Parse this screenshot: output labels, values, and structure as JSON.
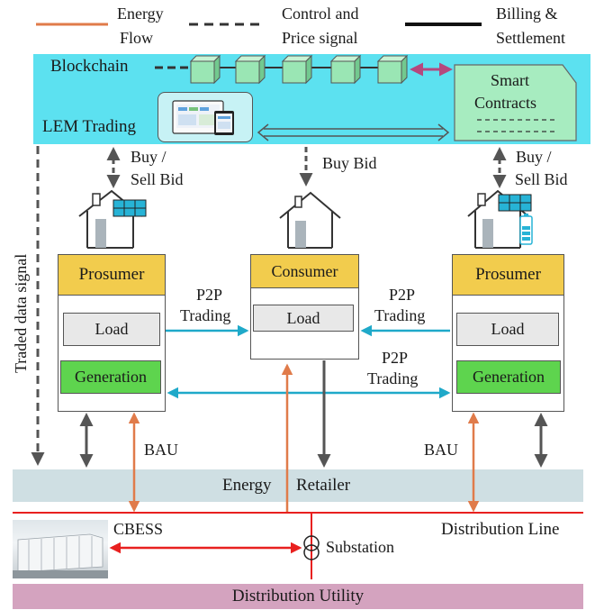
{
  "legend": {
    "energy_flow_line1": "Energy",
    "energy_flow_line2": "Flow",
    "control_line1": "Control and",
    "control_line2": "Price signal",
    "billing_line1": "Billing &",
    "billing_line2": "Settlement"
  },
  "blockchain": {
    "label": "Blockchain",
    "lem_trading": "LEM Trading",
    "smart_contracts_line1": "Smart",
    "smart_contracts_line2": "Contracts"
  },
  "bids": {
    "left_line1": "Buy /",
    "left_line2": "Sell Bid",
    "center": "Buy Bid",
    "right_line1": "Buy /",
    "right_line2": "Sell Bid"
  },
  "side_label": "Traded data signal",
  "prosumer_left": {
    "title": "Prosumer",
    "load": "Load",
    "generation": "Generation"
  },
  "consumer": {
    "title": "Consumer",
    "load": "Load"
  },
  "prosumer_right": {
    "title": "Prosumer",
    "load": "Load",
    "generation": "Generation"
  },
  "p2p": {
    "left_line1": "P2P",
    "left_line2": "Trading",
    "right_line1": "P2P",
    "right_line2": "Trading",
    "bottom_line1": "P2P",
    "bottom_line2": "Trading"
  },
  "bau_left": "BAU",
  "bau_right": "BAU",
  "retailer_left": "Energy",
  "retailer_right": "Retailer",
  "distribution_line": "Distribution Line",
  "cbess": "CBESS",
  "substation": "Substation",
  "distribution_utility": "Distribution Utility",
  "colors": {
    "energy_flow": "#e07b4a",
    "p2p_arrow": "#1fa9c9",
    "blockchain_bg": "#5ce1f0",
    "prosumer_header": "#f2cc4d",
    "generation": "#5ed44e",
    "load": "#e8e8e8",
    "retailer": "#cfdfe3",
    "utility": "#d4a3bf",
    "distribution_line": "#e8201f",
    "block_cube": "#9ae6b4",
    "smart_contract": "#a7ecc0"
  }
}
